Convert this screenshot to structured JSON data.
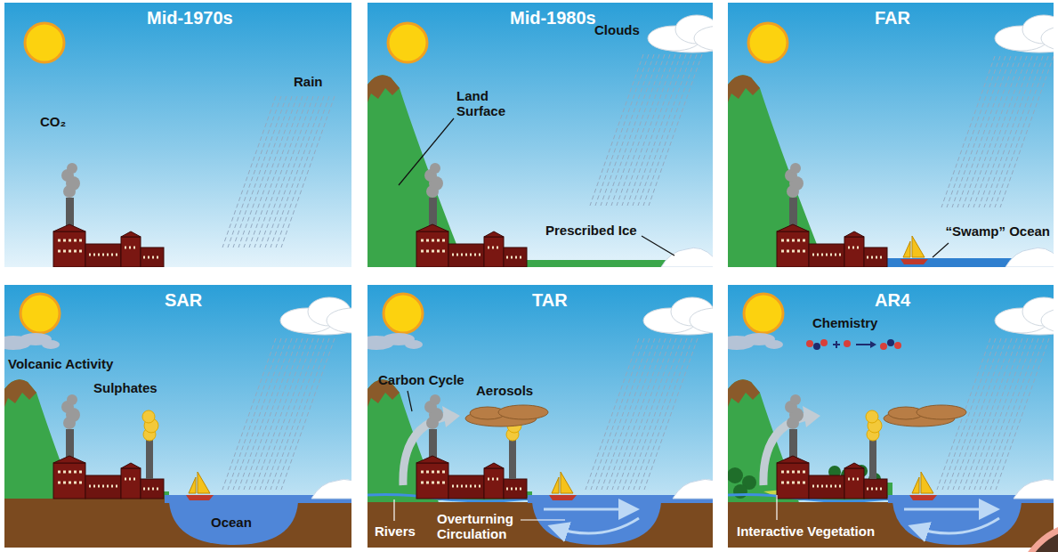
{
  "diagram": {
    "nodes": [
      {
        "text": [
          "Mid-1970s",
          "CO₂",
          "Rain"
        ]
      },
      {
        "text": [
          "Mid-1980s",
          "Clouds",
          "Land Surface",
          "Prescribed Ice"
        ]
      },
      {
        "text": [
          "FAR",
          "“Swamp” Ocean"
        ]
      },
      {
        "text": [
          "SAR",
          "Volcanic Activity",
          "Sulphates",
          "Ocean"
        ]
      },
      {
        "text": [
          "TAR",
          "Carbon Cycle",
          "Aerosols",
          "Rivers",
          "Overturning Circulation"
        ]
      },
      {
        "text": [
          "AR4",
          "Chemistry",
          "Interactive Vegetation"
        ]
      }
    ]
  }
}
